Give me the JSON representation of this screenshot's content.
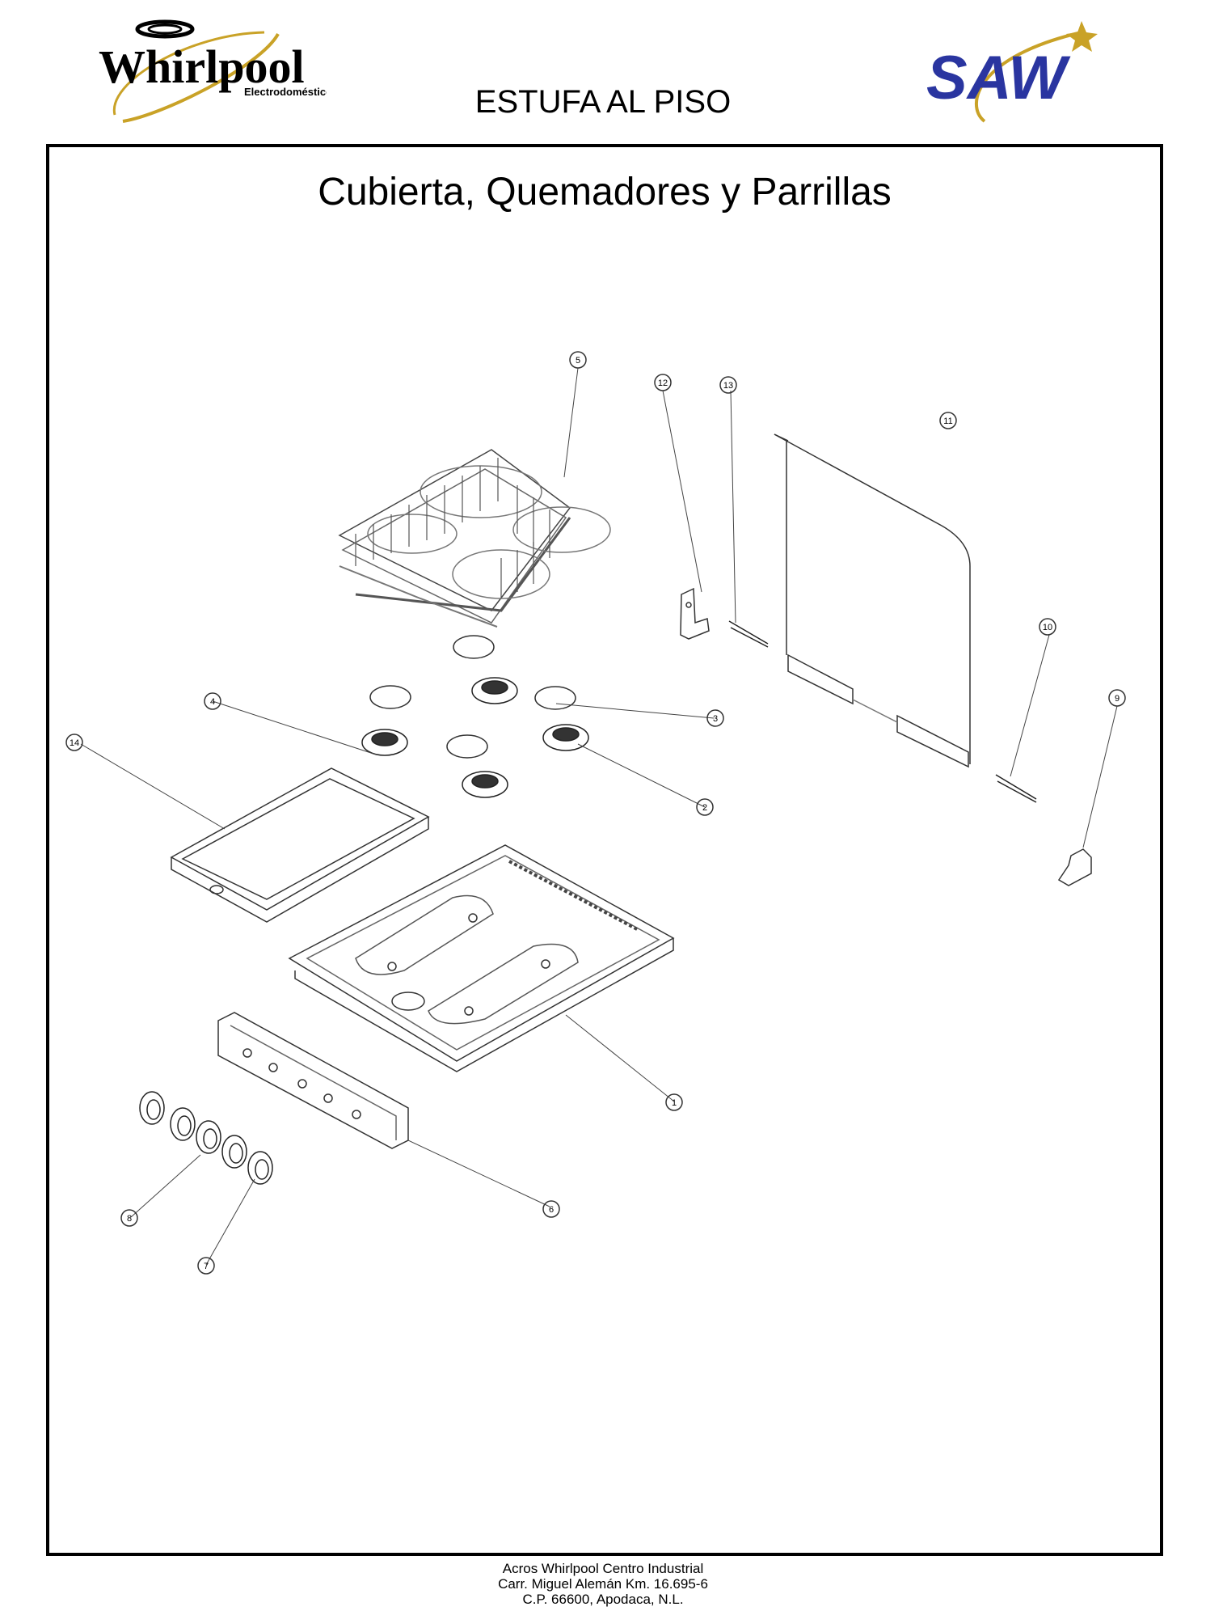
{
  "header": {
    "logo_left_text": "Whirlpool",
    "logo_left_subtext": "Electrodomésticos",
    "logo_right_text": "SAW",
    "document_title": "ESTUFA AL PISO"
  },
  "diagram": {
    "title": "Cubierta, Quemadores y Parrillas",
    "callouts": [
      "1",
      "2",
      "3",
      "4",
      "5",
      "6",
      "7",
      "8",
      "9",
      "10",
      "11",
      "12",
      "13",
      "14"
    ]
  },
  "footer": {
    "line1": "Acros Whirlpool Centro Industrial",
    "line2": "Carr. Miguel Alemán Km. 16.695-6",
    "line3": "C.P. 66600, Apodaca, N.L."
  },
  "colors": {
    "saw_blue": "#2a35a0",
    "gold": "#c9a227"
  }
}
